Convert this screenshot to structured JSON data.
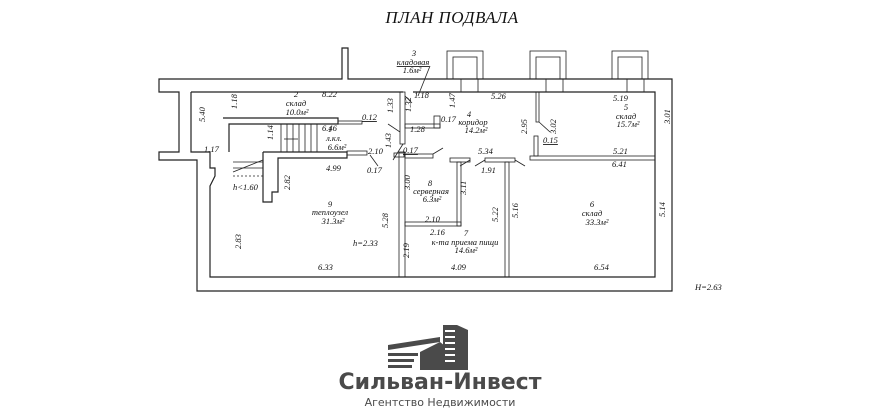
{
  "title": "ПЛАН ПОДВАЛА",
  "rooms": [
    {
      "num": "1",
      "name": "л.кл.",
      "area": "6.6м²"
    },
    {
      "num": "2",
      "name": "склад",
      "area": "10.0м²"
    },
    {
      "num": "3",
      "name": "кладовая",
      "area": "1.6м²"
    },
    {
      "num": "4",
      "name": "коридор",
      "area": "14.2м²"
    },
    {
      "num": "5",
      "name": "склад",
      "area": "15.7м²"
    },
    {
      "num": "6",
      "name": "склад",
      "area": "33.3м²"
    },
    {
      "num": "7",
      "name": "к-та приема пищи",
      "area": "14.6м²"
    },
    {
      "num": "8",
      "name": "серверная",
      "area": "6.3м²"
    },
    {
      "num": "9",
      "name": "теплоузел",
      "area": "31.3м²"
    }
  ],
  "dims": {
    "d822": "8.22",
    "d540": "5.40",
    "d118a": "1.18",
    "d117": "1.17",
    "d114": "1.14",
    "d012": "0.12",
    "d646": "6.46",
    "d133": "1.33",
    "d143": "1.43",
    "d210a": "2.10",
    "d017a": "0.17",
    "d017b": "0.17",
    "d017c": "0.17",
    "d499": "4.99",
    "d282": "2.82",
    "d132": "1.32",
    "d118b": "1.18",
    "d147": "1.47",
    "d128": "1.28",
    "d526": "5.26",
    "d295": "2.95",
    "d302": "3.02",
    "d519": "5.19",
    "d301": "3.01",
    "d015": "0.15",
    "d521": "5.21",
    "d641": "6.41",
    "d534": "5.34",
    "d191": "1.91",
    "d300": "3.00",
    "d311": "3.11",
    "d210b": "2.10",
    "d216": "2.16",
    "d219": "2.19",
    "d528": "5.28",
    "d522": "5.22",
    "d516": "5.16",
    "d514": "5.14",
    "d283": "2.83",
    "d633": "6.33",
    "d409": "4.09",
    "d654": "6.54"
  },
  "heights": {
    "h_stair": "h<1.60",
    "h_room9": "h=2.33",
    "H": "H=2.63"
  },
  "logo": {
    "name": "Сильван-Инвест",
    "subtitle": "Агентство Недвижимости",
    "color": "#4a4a4a"
  }
}
